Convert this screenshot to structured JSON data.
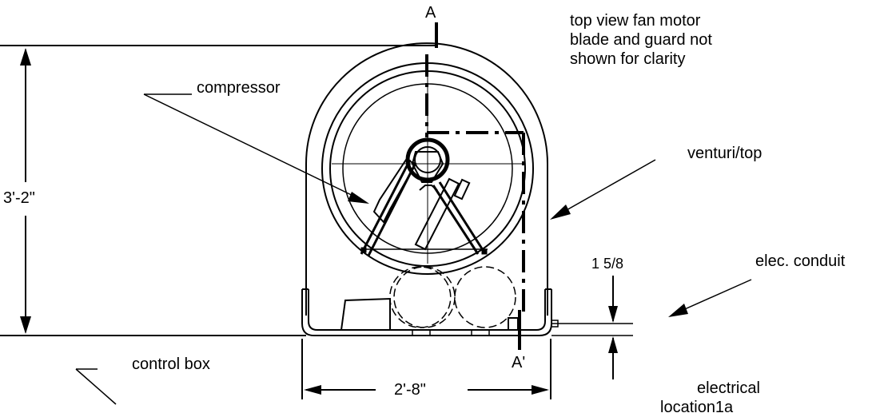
{
  "labels": {
    "section_a_top": "A",
    "section_a_bottom": "A'",
    "note_lines": [
      "top view  fan motor",
      "blade and guard not",
      "shown for clarity"
    ],
    "compressor": "compressor",
    "venturi_top": "venturi/top",
    "elec_conduit": "elec. conduit",
    "control_box": "control box",
    "electrical": "electrical",
    "electrical_cut": "location1a"
  },
  "dimensions": {
    "height": "3'-2\"",
    "width": "2'-8\"",
    "offset": "1 5/8"
  }
}
